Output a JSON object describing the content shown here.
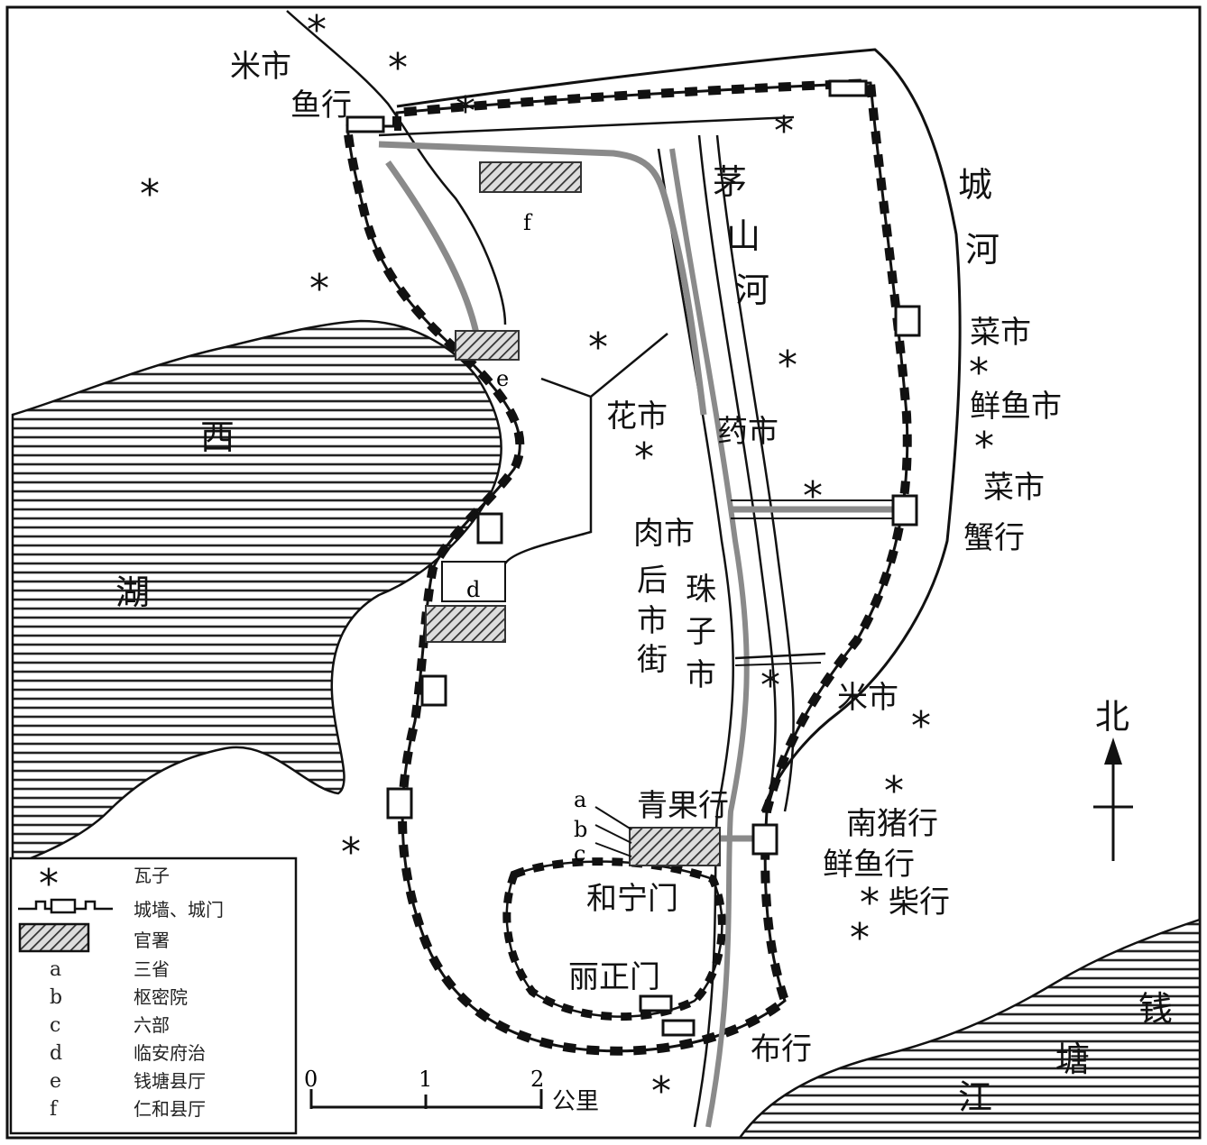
{
  "map": {
    "water": {
      "west_lake": [
        "西",
        "湖"
      ],
      "river_qiantang": [
        "钱",
        "塘",
        "江"
      ],
      "city_moat": [
        "城",
        "河"
      ],
      "maoshan_river": [
        "茅",
        "山",
        "河"
      ]
    },
    "place_labels": {
      "rice_market_nw": "米市",
      "fish_trade_nw": "鱼行",
      "flower_market": "花市",
      "herb_market": "药市",
      "meat_market": "肉市",
      "hou_market_street": [
        "后",
        "市",
        "街"
      ],
      "pearl_market": [
        "珠",
        "子",
        "市"
      ],
      "veg_market_1": "菜市",
      "fresh_fish_market": "鲜鱼市",
      "veg_market_2": "菜市",
      "crab_trade": "蟹行",
      "rice_market_e": "米市",
      "fruit_trade": "青果行",
      "south_pig_trade": "南猪行",
      "fresh_fish_trade": "鲜鱼行",
      "firewood_trade": "柴行",
      "heningmen": "和宁门",
      "lizhengmen": "丽正门",
      "cloth_trade": "布行"
    },
    "letters": {
      "a": "a",
      "b": "b",
      "c": "c",
      "d": "d",
      "e": "e",
      "f": "f"
    },
    "north": "北",
    "scale": {
      "ticks": [
        "0",
        "1",
        "2"
      ],
      "unit": "公里"
    }
  },
  "legend": {
    "items": [
      {
        "key": "*",
        "label": "瓦子"
      },
      {
        "key": "wall",
        "label": "城墙、城门"
      },
      {
        "key": "hatch",
        "label": "官署"
      },
      {
        "key": "a",
        "label": "三省"
      },
      {
        "key": "b",
        "label": "枢密院"
      },
      {
        "key": "c",
        "label": "六部"
      },
      {
        "key": "d",
        "label": "临安府治"
      },
      {
        "key": "e",
        "label": "钱塘县厅"
      },
      {
        "key": "f",
        "label": "仁和县厅"
      }
    ]
  },
  "colors": {
    "ink": "#111111",
    "road": "#8a8a8a",
    "hatch": "#444444",
    "paper": "#ffffff"
  },
  "icons": {
    "wazi": "asterisk-icon",
    "north": "north-arrow-icon"
  }
}
